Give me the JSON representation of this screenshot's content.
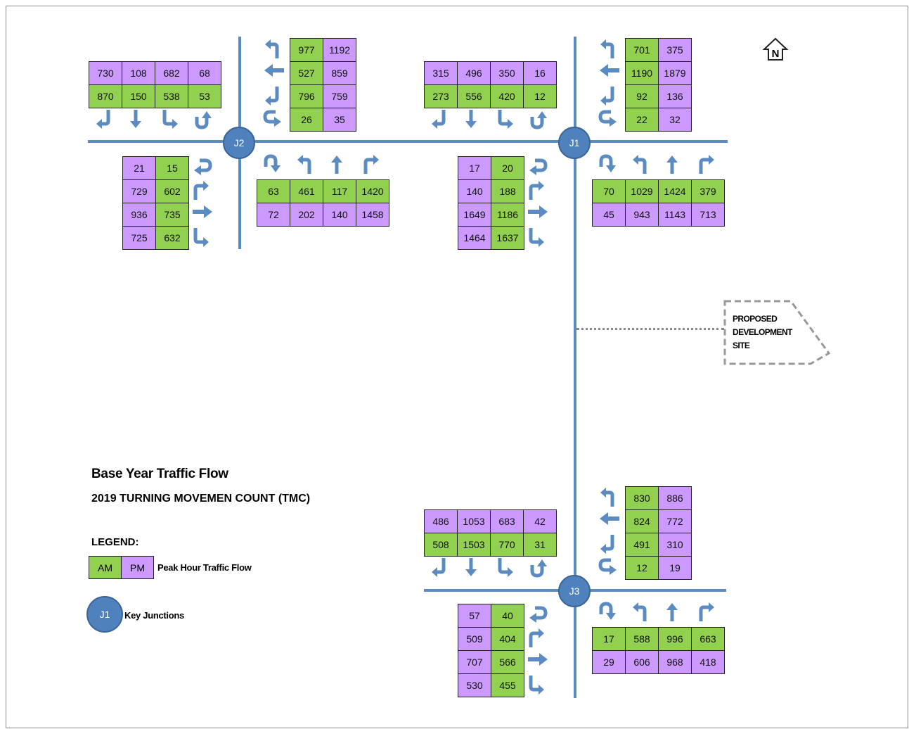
{
  "title": "Base Year Traffic Flow",
  "subtitle": "2019 TURNING MOVEMEN COUNT (TMC)",
  "legend": {
    "heading": "LEGEND:",
    "am": "AM",
    "pm": "PM",
    "peak_label": "Peak Hour Traffic Flow",
    "junction_sample": "J1",
    "junction_label": "Key Junctions"
  },
  "north_label": "N",
  "site": {
    "line1": "PROPOSED",
    "line2": "DEVELOPMENT",
    "line3": "SITE"
  },
  "colors": {
    "am": "#92d050",
    "pm": "#cc99ff",
    "road": "#5b8bc0",
    "junction": "#4f81bd"
  },
  "junctions": {
    "j1": "J1",
    "j2": "J2",
    "j3": "J3"
  },
  "tables": {
    "j2_north_approach": [
      [
        {
          "v": "730",
          "t": "pm"
        },
        {
          "v": "108",
          "t": "pm"
        },
        {
          "v": "682",
          "t": "pm"
        },
        {
          "v": "68",
          "t": "pm"
        }
      ],
      [
        {
          "v": "870",
          "t": "am"
        },
        {
          "v": "150",
          "t": "am"
        },
        {
          "v": "538",
          "t": "am"
        },
        {
          "v": "53",
          "t": "am"
        }
      ]
    ],
    "j2_east_approach": [
      [
        {
          "v": "977",
          "t": "am"
        },
        {
          "v": "1192",
          "t": "pm"
        }
      ],
      [
        {
          "v": "527",
          "t": "am"
        },
        {
          "v": "859",
          "t": "pm"
        }
      ],
      [
        {
          "v": "796",
          "t": "am"
        },
        {
          "v": "759",
          "t": "pm"
        }
      ],
      [
        {
          "v": "26",
          "t": "am"
        },
        {
          "v": "35",
          "t": "pm"
        }
      ]
    ],
    "j2_west_approach": [
      [
        {
          "v": "21",
          "t": "pm"
        },
        {
          "v": "15",
          "t": "am"
        }
      ],
      [
        {
          "v": "729",
          "t": "pm"
        },
        {
          "v": "602",
          "t": "am"
        }
      ],
      [
        {
          "v": "936",
          "t": "pm"
        },
        {
          "v": "735",
          "t": "am"
        }
      ],
      [
        {
          "v": "725",
          "t": "pm"
        },
        {
          "v": "632",
          "t": "am"
        }
      ]
    ],
    "j2_south_approach": [
      [
        {
          "v": "63",
          "t": "am"
        },
        {
          "v": "461",
          "t": "am"
        },
        {
          "v": "117",
          "t": "am"
        },
        {
          "v": "1420",
          "t": "am"
        }
      ],
      [
        {
          "v": "72",
          "t": "pm"
        },
        {
          "v": "202",
          "t": "pm"
        },
        {
          "v": "140",
          "t": "pm"
        },
        {
          "v": "1458",
          "t": "pm"
        }
      ]
    ],
    "j1_north_approach": [
      [
        {
          "v": "315",
          "t": "pm"
        },
        {
          "v": "496",
          "t": "pm"
        },
        {
          "v": "350",
          "t": "pm"
        },
        {
          "v": "16",
          "t": "pm"
        }
      ],
      [
        {
          "v": "273",
          "t": "am"
        },
        {
          "v": "556",
          "t": "am"
        },
        {
          "v": "420",
          "t": "am"
        },
        {
          "v": "12",
          "t": "am"
        }
      ]
    ],
    "j1_east_approach": [
      [
        {
          "v": "701",
          "t": "am"
        },
        {
          "v": "375",
          "t": "pm"
        }
      ],
      [
        {
          "v": "1190",
          "t": "am"
        },
        {
          "v": "1879",
          "t": "pm"
        }
      ],
      [
        {
          "v": "92",
          "t": "am"
        },
        {
          "v": "136",
          "t": "pm"
        }
      ],
      [
        {
          "v": "22",
          "t": "am"
        },
        {
          "v": "32",
          "t": "pm"
        }
      ]
    ],
    "j1_west_approach": [
      [
        {
          "v": "17",
          "t": "pm"
        },
        {
          "v": "20",
          "t": "am"
        }
      ],
      [
        {
          "v": "140",
          "t": "pm"
        },
        {
          "v": "188",
          "t": "am"
        }
      ],
      [
        {
          "v": "1649",
          "t": "pm"
        },
        {
          "v": "1186",
          "t": "am"
        }
      ],
      [
        {
          "v": "1464",
          "t": "pm"
        },
        {
          "v": "1637",
          "t": "am"
        }
      ]
    ],
    "j1_south_approach": [
      [
        {
          "v": "70",
          "t": "am"
        },
        {
          "v": "1029",
          "t": "am"
        },
        {
          "v": "1424",
          "t": "am"
        },
        {
          "v": "379",
          "t": "am"
        }
      ],
      [
        {
          "v": "45",
          "t": "pm"
        },
        {
          "v": "943",
          "t": "pm"
        },
        {
          "v": "1143",
          "t": "pm"
        },
        {
          "v": "713",
          "t": "pm"
        }
      ]
    ],
    "j3_north_approach": [
      [
        {
          "v": "486",
          "t": "pm"
        },
        {
          "v": "1053",
          "t": "pm"
        },
        {
          "v": "683",
          "t": "pm"
        },
        {
          "v": "42",
          "t": "pm"
        }
      ],
      [
        {
          "v": "508",
          "t": "am"
        },
        {
          "v": "1503",
          "t": "am"
        },
        {
          "v": "770",
          "t": "am"
        },
        {
          "v": "31",
          "t": "am"
        }
      ]
    ],
    "j3_east_approach": [
      [
        {
          "v": "830",
          "t": "am"
        },
        {
          "v": "886",
          "t": "pm"
        }
      ],
      [
        {
          "v": "824",
          "t": "am"
        },
        {
          "v": "772",
          "t": "pm"
        }
      ],
      [
        {
          "v": "491",
          "t": "am"
        },
        {
          "v": "310",
          "t": "pm"
        }
      ],
      [
        {
          "v": "12",
          "t": "am"
        },
        {
          "v": "19",
          "t": "pm"
        }
      ]
    ],
    "j3_west_approach": [
      [
        {
          "v": "57",
          "t": "pm"
        },
        {
          "v": "40",
          "t": "am"
        }
      ],
      [
        {
          "v": "509",
          "t": "pm"
        },
        {
          "v": "404",
          "t": "am"
        }
      ],
      [
        {
          "v": "707",
          "t": "pm"
        },
        {
          "v": "566",
          "t": "am"
        }
      ],
      [
        {
          "v": "530",
          "t": "pm"
        },
        {
          "v": "455",
          "t": "am"
        }
      ]
    ],
    "j3_south_approach": [
      [
        {
          "v": "17",
          "t": "am"
        },
        {
          "v": "588",
          "t": "am"
        },
        {
          "v": "996",
          "t": "am"
        },
        {
          "v": "663",
          "t": "am"
        }
      ],
      [
        {
          "v": "29",
          "t": "pm"
        },
        {
          "v": "606",
          "t": "pm"
        },
        {
          "v": "968",
          "t": "pm"
        },
        {
          "v": "418",
          "t": "pm"
        }
      ]
    ]
  }
}
